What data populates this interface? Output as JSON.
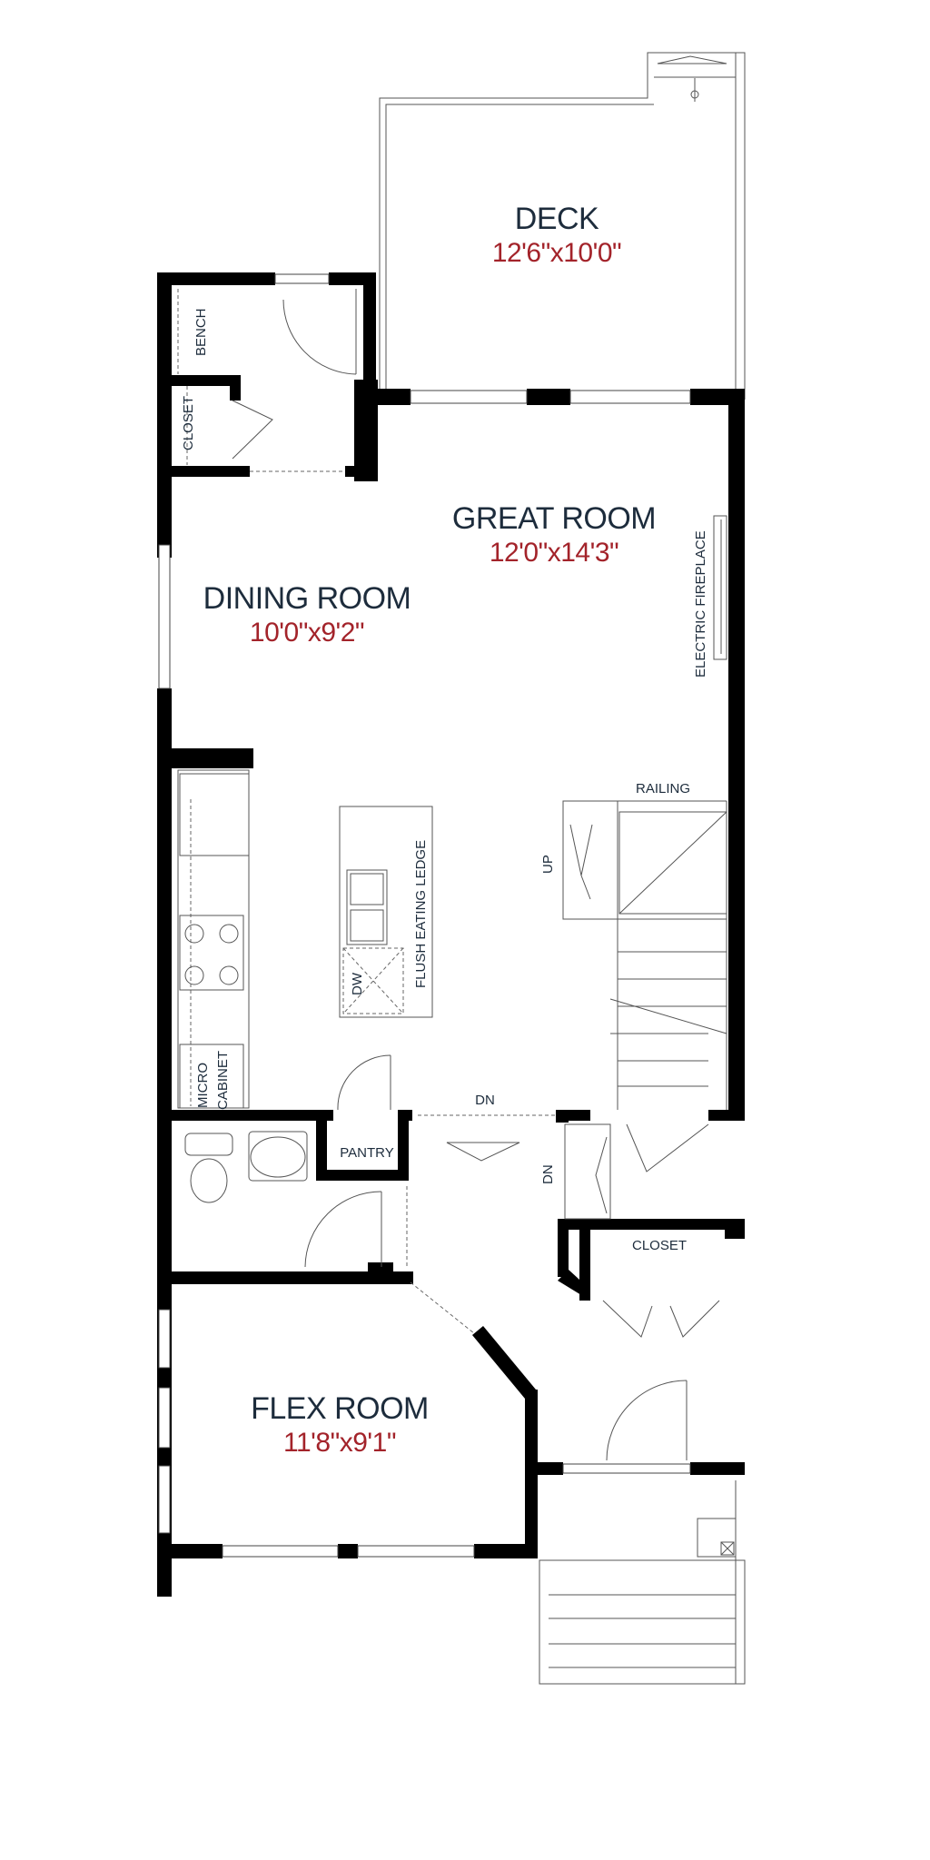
{
  "rooms": {
    "deck": {
      "name": "DECK",
      "dims": "12'6\"x10'0\""
    },
    "great_room": {
      "name": "GREAT ROOM",
      "dims": "12'0\"x14'3\""
    },
    "dining_room": {
      "name": "DINING ROOM",
      "dims": "10'0\"x9'2\""
    },
    "flex_room": {
      "name": "FLEX ROOM",
      "dims": "11'8\"x9'1\""
    }
  },
  "labels": {
    "bench": "BENCH",
    "closet_upper": "CLOSET",
    "electric_fireplace": "ELECTRIC FIREPLACE",
    "railing": "RAILING",
    "up": "UP",
    "flush_eating_ledge": "FLUSH EATING LEDGE",
    "dw": "DW",
    "micro": "MICRO",
    "cabinet": "CABINET",
    "pantry": "PANTRY",
    "dn_upper": "DN",
    "dn_lower": "DN",
    "closet_lower": "CLOSET"
  }
}
